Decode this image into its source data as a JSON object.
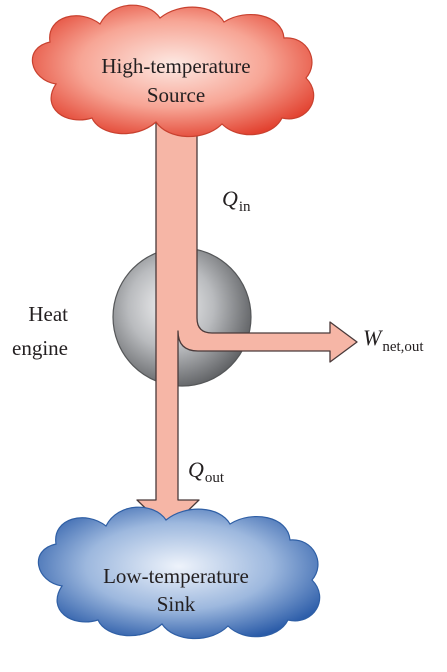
{
  "source": {
    "line1": "High-temperature",
    "line2": "Source"
  },
  "sink": {
    "line1": "Low-temperature",
    "line2": "Sink"
  },
  "engine": {
    "line1": "Heat",
    "line2": "engine"
  },
  "heat_in": {
    "symbol": "Q",
    "subscript": "in"
  },
  "heat_out": {
    "symbol": "Q",
    "subscript": "out"
  },
  "work_out": {
    "symbol": "W",
    "subscript": "net,out"
  },
  "colors": {
    "source_cloud": "#ef6a5a",
    "sink_cloud": "#3f72b8",
    "energy_flow": "#f6b6a6",
    "engine_sphere": "#9a9c9f",
    "outline": "#4a3a3a"
  }
}
